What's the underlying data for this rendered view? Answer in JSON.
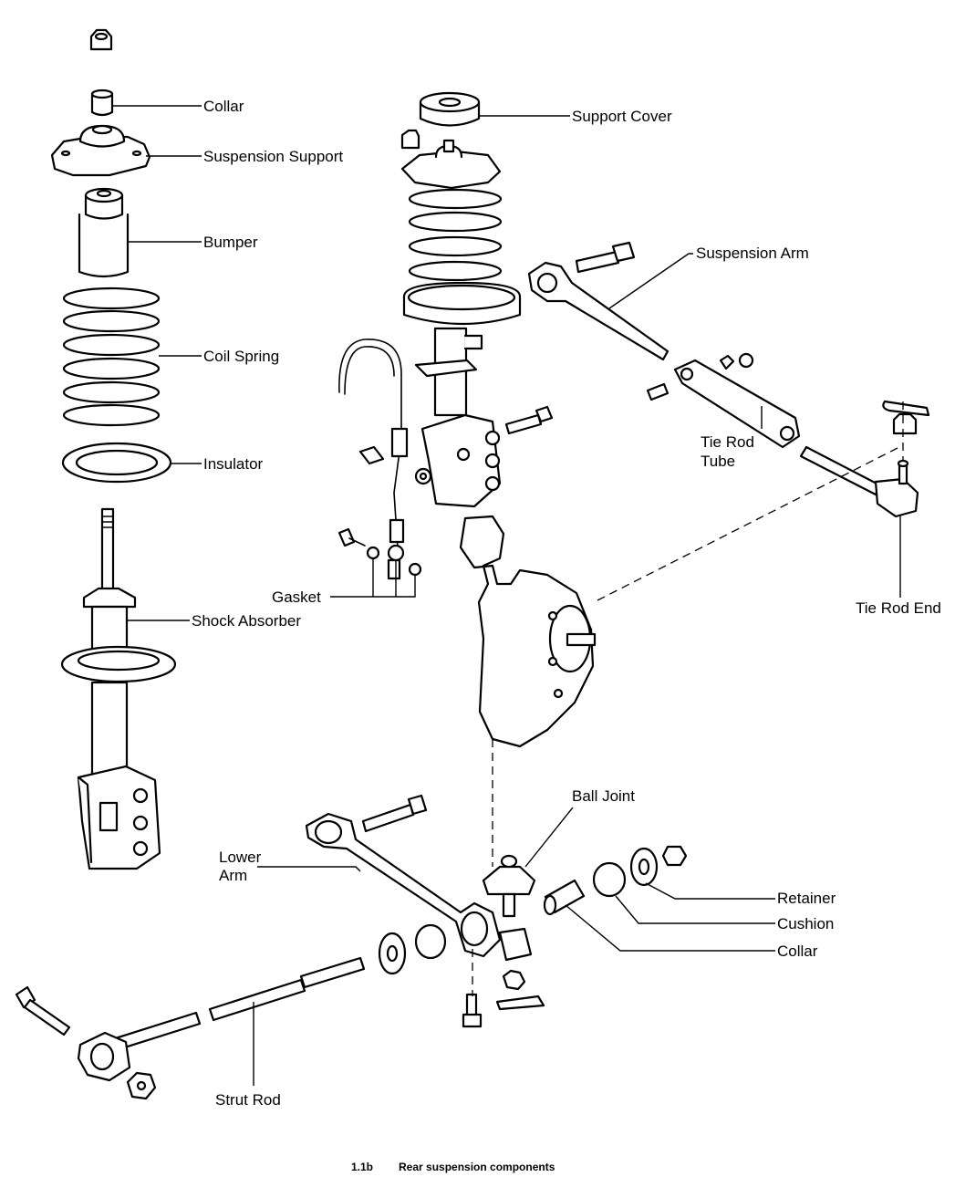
{
  "labels": {
    "collar_top": "Collar",
    "suspension_support": "Suspension Support",
    "bumper": "Bumper",
    "coil_spring": "Coil Spring",
    "insulator": "Insulator",
    "shock_absorber": "Shock Absorber",
    "support_cover": "Support Cover",
    "suspension_arm": "Suspension Arm",
    "tie_rod_tube_1": "Tie Rod",
    "tie_rod_tube_2": "Tube",
    "tie_rod_end": "Tie Rod End",
    "gasket": "Gasket",
    "ball_joint": "Ball Joint",
    "lower_arm_1": "Lower",
    "lower_arm_2": "Arm",
    "retainer": "Retainer",
    "cushion": "Cushion",
    "collar_bottom": "Collar",
    "strut_rod": "Strut Rod"
  },
  "caption": {
    "number": "1.1b",
    "text": "Rear suspension components"
  }
}
